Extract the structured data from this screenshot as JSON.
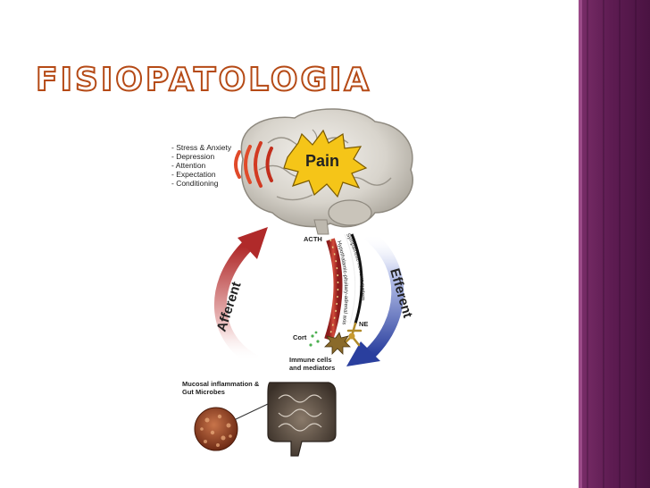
{
  "slide": {
    "title": "FISIOPATOLOGIA"
  },
  "diagram": {
    "psych_factors": [
      "- Stress & Anxiety",
      "- Depression",
      "- Attention",
      "- Expectation",
      "- Conditioning"
    ],
    "pain_label": "Pain",
    "acth_label": "ACTH",
    "hpa_axis_label": "Hypothalamic-pituitary-adrenal axis",
    "sns_label": "Sympathetic nervous system",
    "ne_label": "NE",
    "cort_label": "Cort",
    "immune_label": [
      "Immune cells",
      "and mediators"
    ],
    "gut_label": [
      "Mucosal inflammation &",
      "Gut Microbes"
    ],
    "afferent_label": "Afferent",
    "efferent_label": "Efferent"
  },
  "colors": {
    "title_outline": "#b54a16",
    "side_panel": "#5e1c52",
    "afferent_arrow": "#b02a2a",
    "efferent_arrow": "#2a3f9e",
    "pain_burst": "#f5c518"
  }
}
